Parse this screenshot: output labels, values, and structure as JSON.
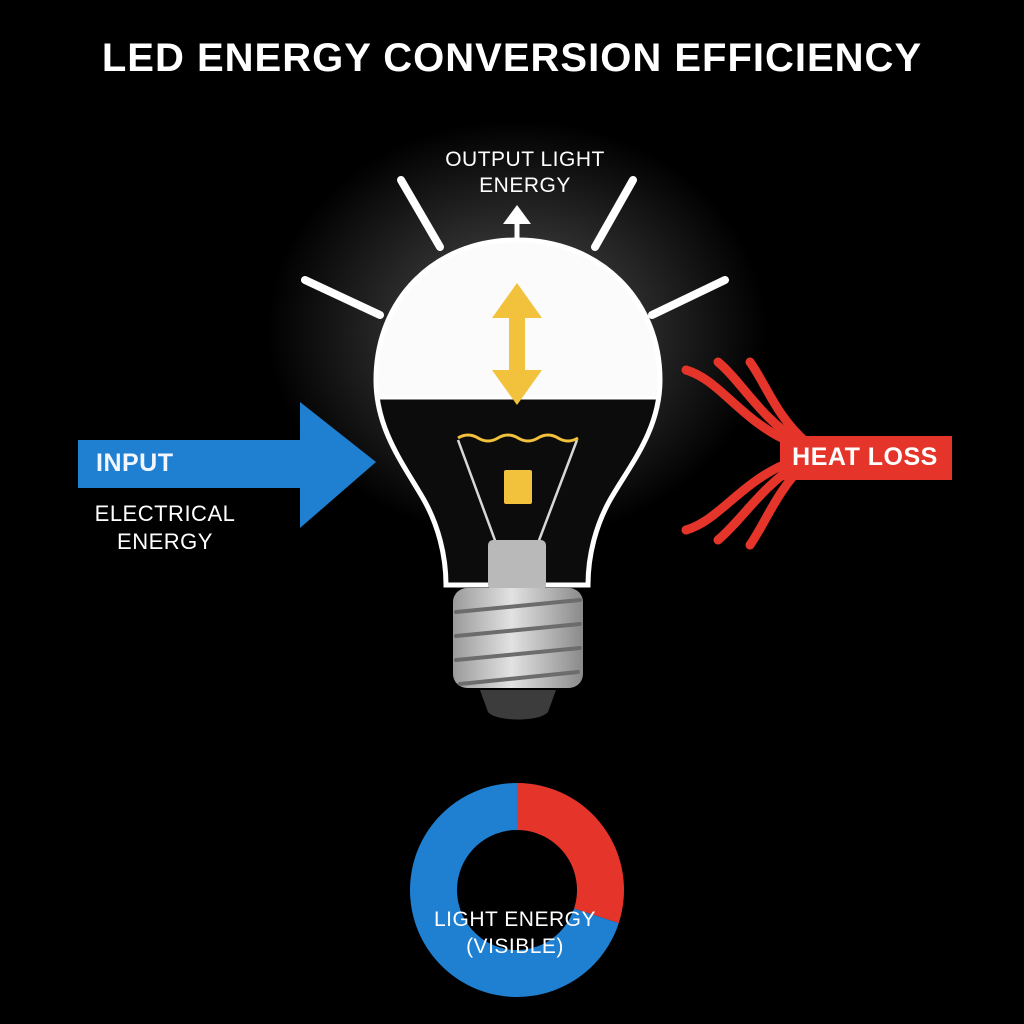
{
  "title": "LED ENERGY CONVERSION EFFICIENCY",
  "labels": {
    "output_line1": "OUTPUT LIGHT",
    "output_line2": "ENERGY",
    "input": "INPUT",
    "electrical_line1": "ELECTRICAL",
    "electrical_line2": "ENERGY",
    "heat_loss": "HEAT LOSS",
    "donut_line1": "LIGHT ENERGY",
    "donut_line2": "(VISIBLE)"
  },
  "colors": {
    "background": "#000000",
    "input_arrow": "#1f7fd1",
    "heat": "#e5352b",
    "light_marker": "#f2c23d",
    "bulb_outline": "#ffffff",
    "base": "#c8c8c8"
  },
  "chart_data": {
    "type": "pie",
    "style": "donut",
    "series": [
      {
        "category": "light-energy",
        "value": 0.3,
        "color": "#e5352b"
      },
      {
        "category": "heat",
        "value": 0.7,
        "color": "#1f7fd1"
      }
    ]
  },
  "icons": [
    "lightbulb-icon",
    "light-ray-icon",
    "double-arrow-icon",
    "led-chip-icon",
    "heat-wave-icon"
  ]
}
